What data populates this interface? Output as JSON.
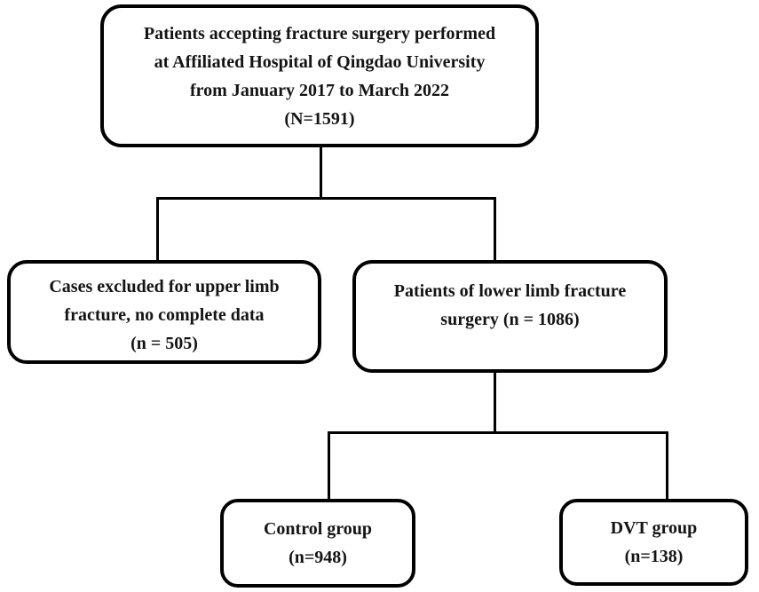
{
  "figure": {
    "background_color": "#ffffff",
    "line_color": "#000000",
    "text_color": "#141414"
  },
  "boxes": {
    "total": {
      "lines": [
        "Patients accepting fracture surgery performed",
        "at Affiliated Hospital of Qingdao University",
        "from January 2017 to March 2022",
        "(N=1591)"
      ]
    },
    "excluded": {
      "lines": [
        "Cases excluded for upper limb",
        "fracture, no complete data",
        "(n = 505)"
      ]
    },
    "lower_limb": {
      "lines": [
        "Patients of lower limb fracture",
        "surgery (n = 1086)"
      ]
    },
    "control": {
      "lines": [
        "Control group",
        "(n=948)"
      ]
    },
    "dvt": {
      "lines": [
        "DVT group",
        "(n=138)"
      ]
    }
  }
}
